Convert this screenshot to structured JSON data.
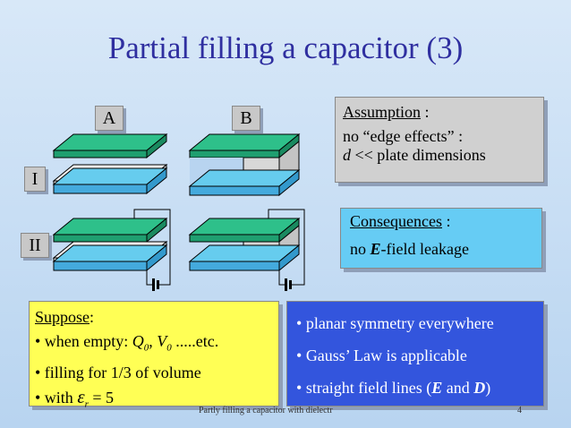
{
  "title": "Partial filling a capacitor (3)",
  "labels": {
    "a": "A",
    "b": "B",
    "row1": "I",
    "row2": "II"
  },
  "assumption": {
    "heading": "Assumption",
    "sep": " :",
    "line1": "no “edge effects” :",
    "line2_var": "d",
    "line2_rest": " << plate dimensions"
  },
  "consequences": {
    "heading": "Consequences",
    "sep": " :",
    "line1_pre": "no ",
    "line1_var": "E",
    "line1_post": "-field leakage"
  },
  "suppose": {
    "heading": "Suppose",
    "sep": ":",
    "item1_pre": "• when empty: ",
    "item1_q": "Q",
    "item1_q_sub": "0",
    "item1_mid": ", ",
    "item1_v": "V",
    "item1_v_sub": "0",
    "item1_post": " .....etc.",
    "item2": "• filling for 1/3 of volume",
    "item3_pre": "• with ",
    "item3_eps": "ε",
    "item3_sub": "r",
    "item3_post": " = 5"
  },
  "results": {
    "item1": "planar symmetry everywhere",
    "item2": "Gauss’ Law is applicable",
    "item3_pre": "straight field lines (",
    "item3_e": "E",
    "item3_and": " and  ",
    "item3_d": "D",
    "item3_post": ")"
  },
  "footer": "Partly filling a capacitor with dielectr",
  "page_number": "4",
  "colors": {
    "title": "#2f2fa0",
    "plate_green": "#2ec08a",
    "plate_blue": "#66ccee",
    "dielectric_gray": "#d8d8d8",
    "box_gray": "#d0d0d0",
    "box_blue": "#66ccf4",
    "box_yellow": "#ffff55",
    "box_darkblue": "#3355dd"
  }
}
